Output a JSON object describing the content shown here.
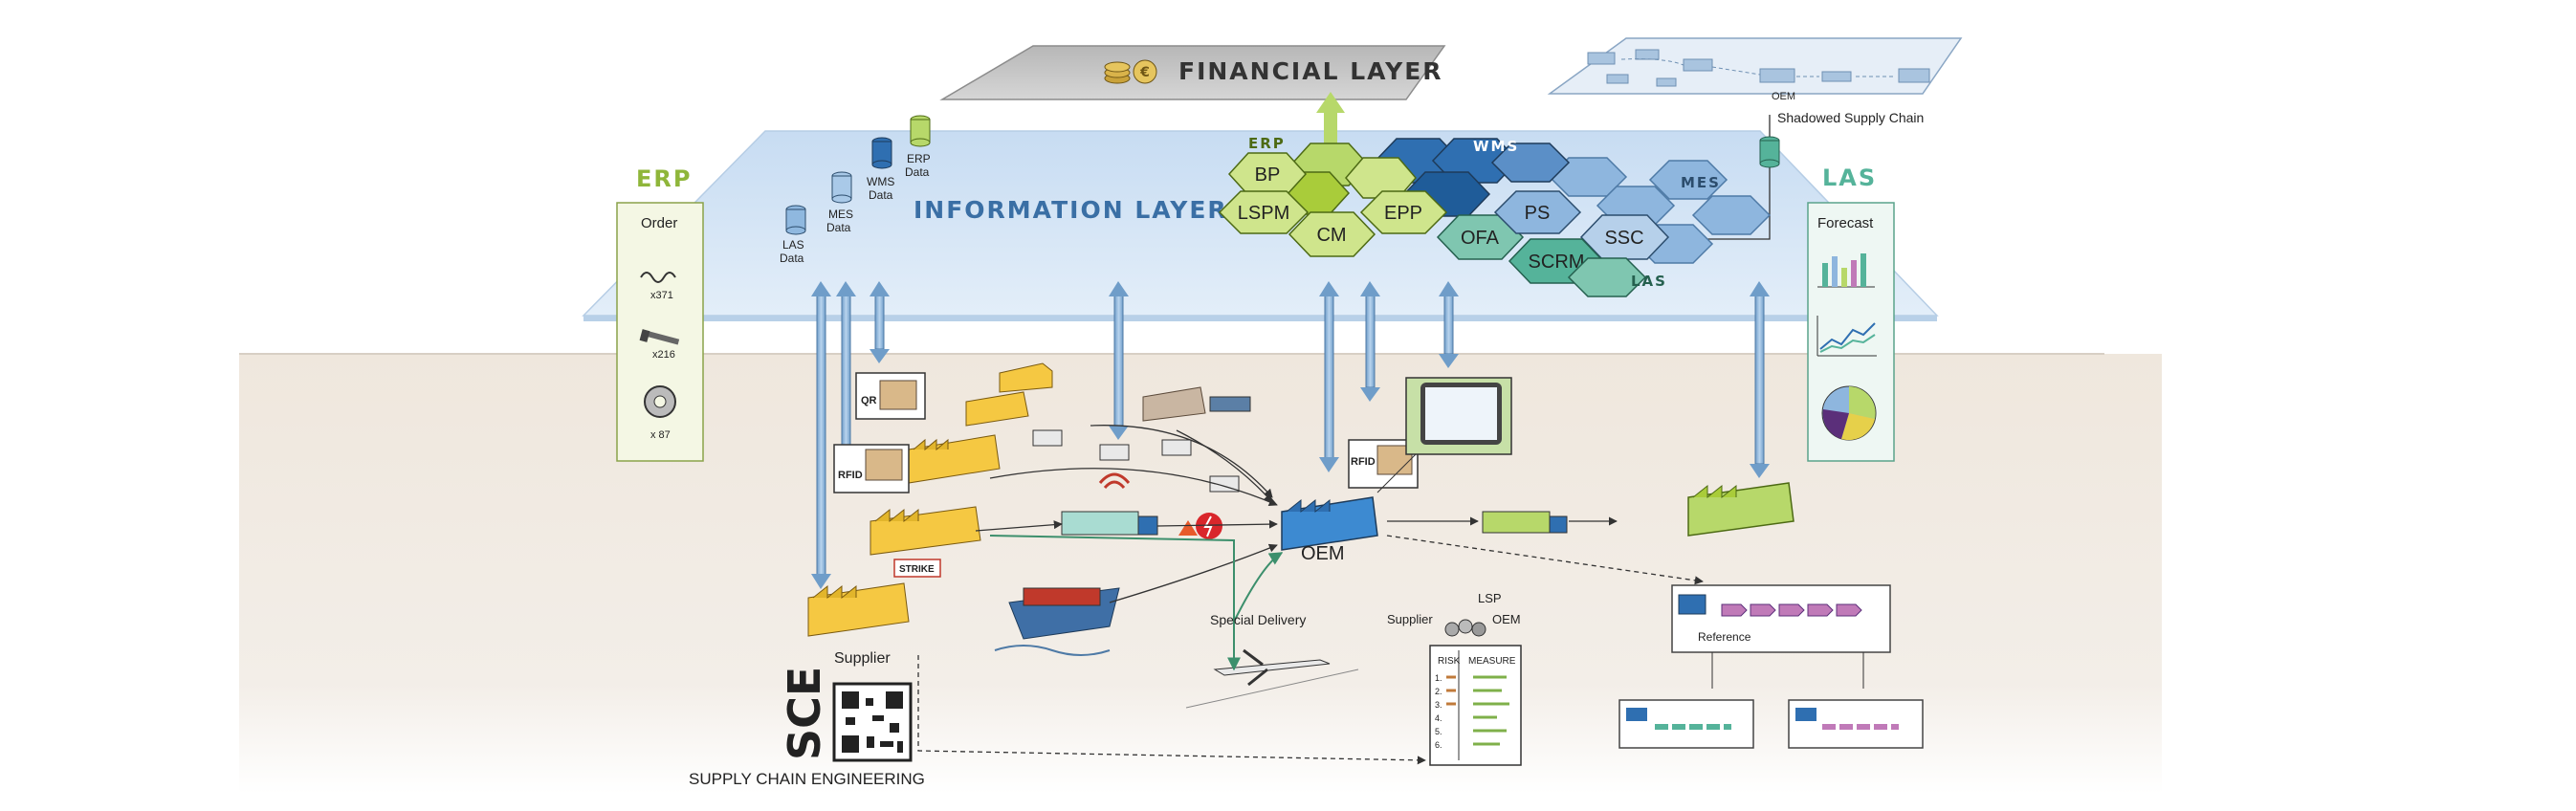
{
  "financial_layer": {
    "title": "FINANCIAL LAYER",
    "coin_symbol": "€"
  },
  "shadowed_chain": {
    "title": "Shadowed Supply Chain",
    "oem_label": "OEM"
  },
  "information_layer": {
    "title": "INFORMATION LAYER",
    "databases": [
      {
        "lines": [
          "LAS",
          "Data"
        ]
      },
      {
        "lines": [
          "MES",
          "Data"
        ]
      },
      {
        "lines": [
          "WMS",
          "Data"
        ]
      },
      {
        "lines": [
          "ERP",
          "Data"
        ]
      }
    ],
    "group_labels": {
      "erp": "ERP",
      "wms": "WMS",
      "mes": "MES",
      "las": "LAS"
    },
    "modules": {
      "bp": "BP",
      "lspm": "LSPM",
      "cm": "CM",
      "epp": "EPP",
      "ofa": "OFA",
      "ps": "PS",
      "ssc": "SSC",
      "scrm": "SCRM"
    },
    "colors": {
      "erp_green": "#a9cc3a",
      "wms_blue": "#2f6fb1",
      "mes_blue": "#6fa1d2",
      "las_teal": "#55b39a"
    }
  },
  "erp_panel": {
    "title": "ERP",
    "subtitle": "Order",
    "items": [
      {
        "icon": "spring-icon",
        "qty": "x371"
      },
      {
        "icon": "screw-icon",
        "qty": "x216"
      },
      {
        "icon": "gear-icon",
        "qty": "x 87"
      }
    ]
  },
  "las_panel": {
    "title": "LAS",
    "subtitle": "Forecast"
  },
  "ground": {
    "labels": {
      "qr": "QR",
      "rfid_1": "RFID",
      "rfid_2": "RFID",
      "strike": "STRIKE",
      "supplier": "Supplier",
      "oem": "OEM",
      "special_delivery": "Special Delivery"
    }
  },
  "risk_matrix": {
    "header_labels": {
      "supplier": "Supplier",
      "lsp": "LSP",
      "oem": "OEM"
    },
    "columns": [
      "RISK",
      "MEASURE"
    ],
    "rows": [
      "1.",
      "2.",
      "3.",
      "4.",
      "5.",
      "6."
    ]
  },
  "reference_model": {
    "title": "Reference"
  },
  "brand": {
    "acronym": "SCE",
    "name": "SUPPLY CHAIN ENGINEERING"
  }
}
